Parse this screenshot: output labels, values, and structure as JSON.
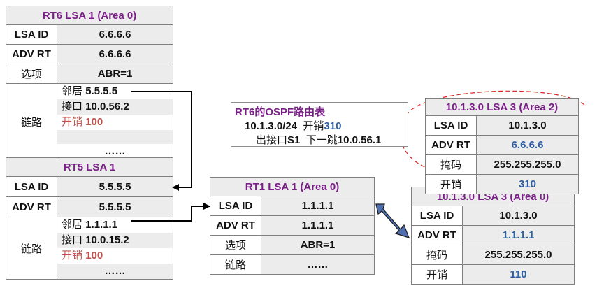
{
  "rt6": {
    "title": "RT6 LSA 1 (Area 0)",
    "lsa_id_label": "LSA ID",
    "lsa_id": "6.6.6.6",
    "adv_rt_label": "ADV RT",
    "adv_rt": "6.6.6.6",
    "option_label": "选项",
    "option": "ABR=1",
    "link_label": "链路",
    "neighbor_label": "邻居",
    "neighbor": "5.5.5.5",
    "interface_label": "接口",
    "interface": "10.0.56.2",
    "cost_label": "开销",
    "cost": "100",
    "ellipsis": "……"
  },
  "rt5": {
    "title": "RT5 LSA 1",
    "lsa_id_label": "LSA ID",
    "lsa_id": "5.5.5.5",
    "adv_rt_label": "ADV RT",
    "adv_rt": "5.5.5.5",
    "link_label": "链路",
    "neighbor_label": "邻居",
    "neighbor": "1.1.1.1",
    "interface_label": "接口",
    "interface": "10.0.15.2",
    "cost_label": "开销",
    "cost": "100",
    "ellipsis": "……"
  },
  "rt1": {
    "title": "RT1 LSA 1 (Area 0)",
    "lsa_id_label": "LSA ID",
    "lsa_id": "1.1.1.1",
    "adv_rt_label": "ADV RT",
    "adv_rt": "1.1.1.1",
    "option_label": "选项",
    "option": "ABR=1",
    "link_label": "链路",
    "link": "……"
  },
  "routing_table": {
    "title": "RT6的OSPF路由表",
    "dest": "10.1.3.0/24",
    "cost_label": "开销",
    "cost": "310",
    "out_if_label": "出接口",
    "out_if": "S1",
    "next_hop_label": "下一跳",
    "next_hop": "10.0.56.1"
  },
  "lsa3_area2": {
    "title": "10.1.3.0  LSA 3 (Area 2)",
    "lsa_id_label": "LSA ID",
    "lsa_id": "10.1.3.0",
    "adv_rt_label": "ADV RT",
    "adv_rt": "6.6.6.6",
    "mask_label": "掩码",
    "mask": "255.255.255.0",
    "cost_label": "开销",
    "cost": "310"
  },
  "lsa3_area0": {
    "title": "10.1.3.0  LSA 3 (Area 0)",
    "lsa_id_label": "LSA ID",
    "lsa_id": "10.1.3.0",
    "adv_rt_label": "ADV RT",
    "adv_rt": "1.1.1.1",
    "mask_label": "掩码",
    "mask": "255.255.255.0",
    "cost_label": "开销",
    "cost": "110"
  },
  "colors": {
    "title": "#7a1f87",
    "value_blue": "#2e5fa3",
    "cost_red": "#c0504d",
    "dashed_circle": "#e02020",
    "arrow_blue": "#4f6fb0"
  }
}
